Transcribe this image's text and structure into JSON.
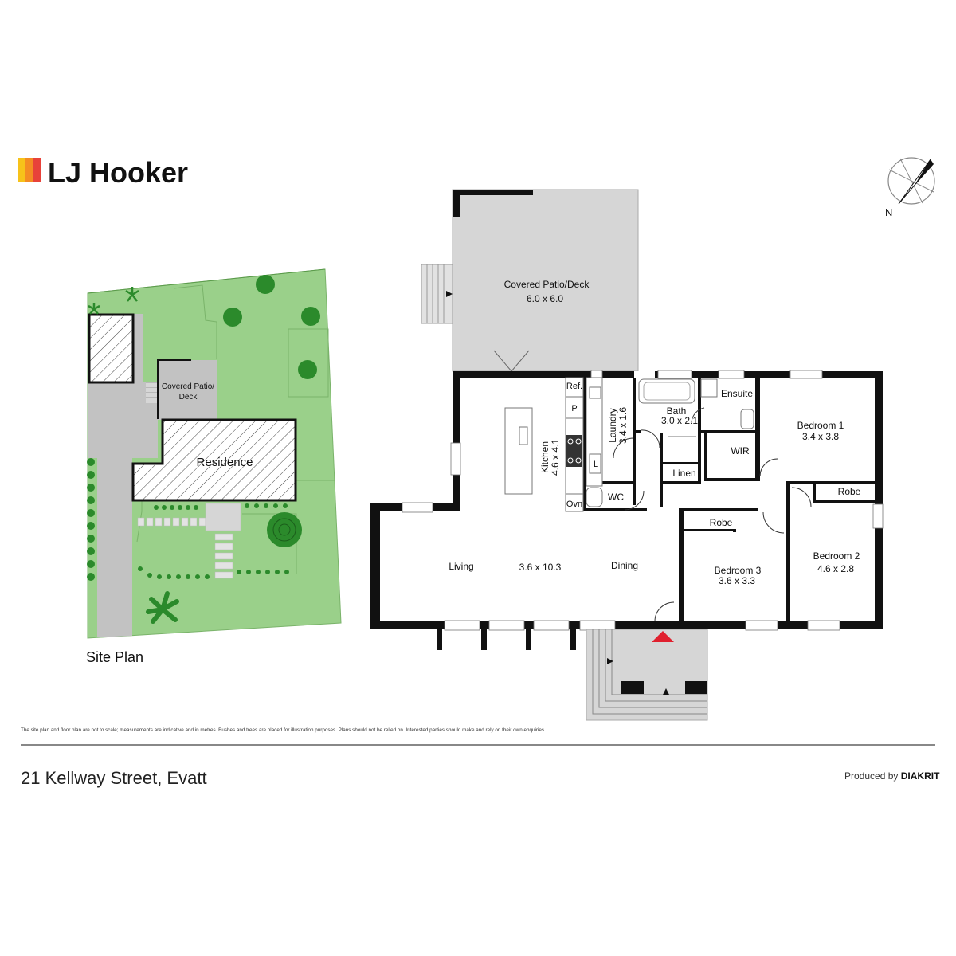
{
  "brand": {
    "name": "LJ Hooker",
    "colors": {
      "yellow": "#f7c21a",
      "orange": "#f48c23",
      "red": "#e8423a",
      "black": "#111111"
    }
  },
  "compass": {
    "label": "N"
  },
  "site_plan": {
    "caption": "Site Plan",
    "patio_line1": "Covered Patio/",
    "patio_line2": "Deck",
    "residence": "Residence",
    "colors": {
      "lawn": "#9ad08a",
      "paving": "#c2c2c2",
      "tree": "#2b8a2b"
    }
  },
  "floor_plan": {
    "rooms": {
      "patio_name": "Covered Patio/Deck",
      "patio_dims": "6.0 x 6.0",
      "kitchen_name": "Kitchen",
      "kitchen_dims": "4.6 x 4.1",
      "laundry_name": "Laundry",
      "laundry_dims": "3.4 x 1.6",
      "bath_name": "Bath",
      "bath_dims": "3.0 x 2.1",
      "ensuite": "Ensuite",
      "bed1_name": "Bedroom 1",
      "bed1_dims": "3.4 x 3.8",
      "wir": "WIR",
      "linen": "Linen",
      "wc": "WC",
      "robe1": "Robe",
      "robe2": "Robe",
      "bed2_name": "Bedroom 2",
      "bed2_dims": "4.6 x 2.8",
      "bed3_name": "Bedroom 3",
      "bed3_dims": "3.6 x 3.3",
      "living": "Living",
      "living_dims": "3.6 x 10.3",
      "dining": "Dining",
      "ref": "Ref.",
      "pantry": "P",
      "ovn": "Ovn",
      "linen_l": "L"
    },
    "colors": {
      "wall": "#111111",
      "deck": "#d6d6d6",
      "entry_arrow": "#e0202e"
    }
  },
  "footer": {
    "disclaimer": "The site plan and floor plan are not to scale; measurements are indicative and in metres. Bushes and trees are placed for illustration purposes. Plans should not be relied on. Interested parties should make and rely on their own enquiries.",
    "address": "21 Kellway Street, Evatt",
    "produced_by": "Produced by",
    "producer": "DIAKRIT"
  }
}
